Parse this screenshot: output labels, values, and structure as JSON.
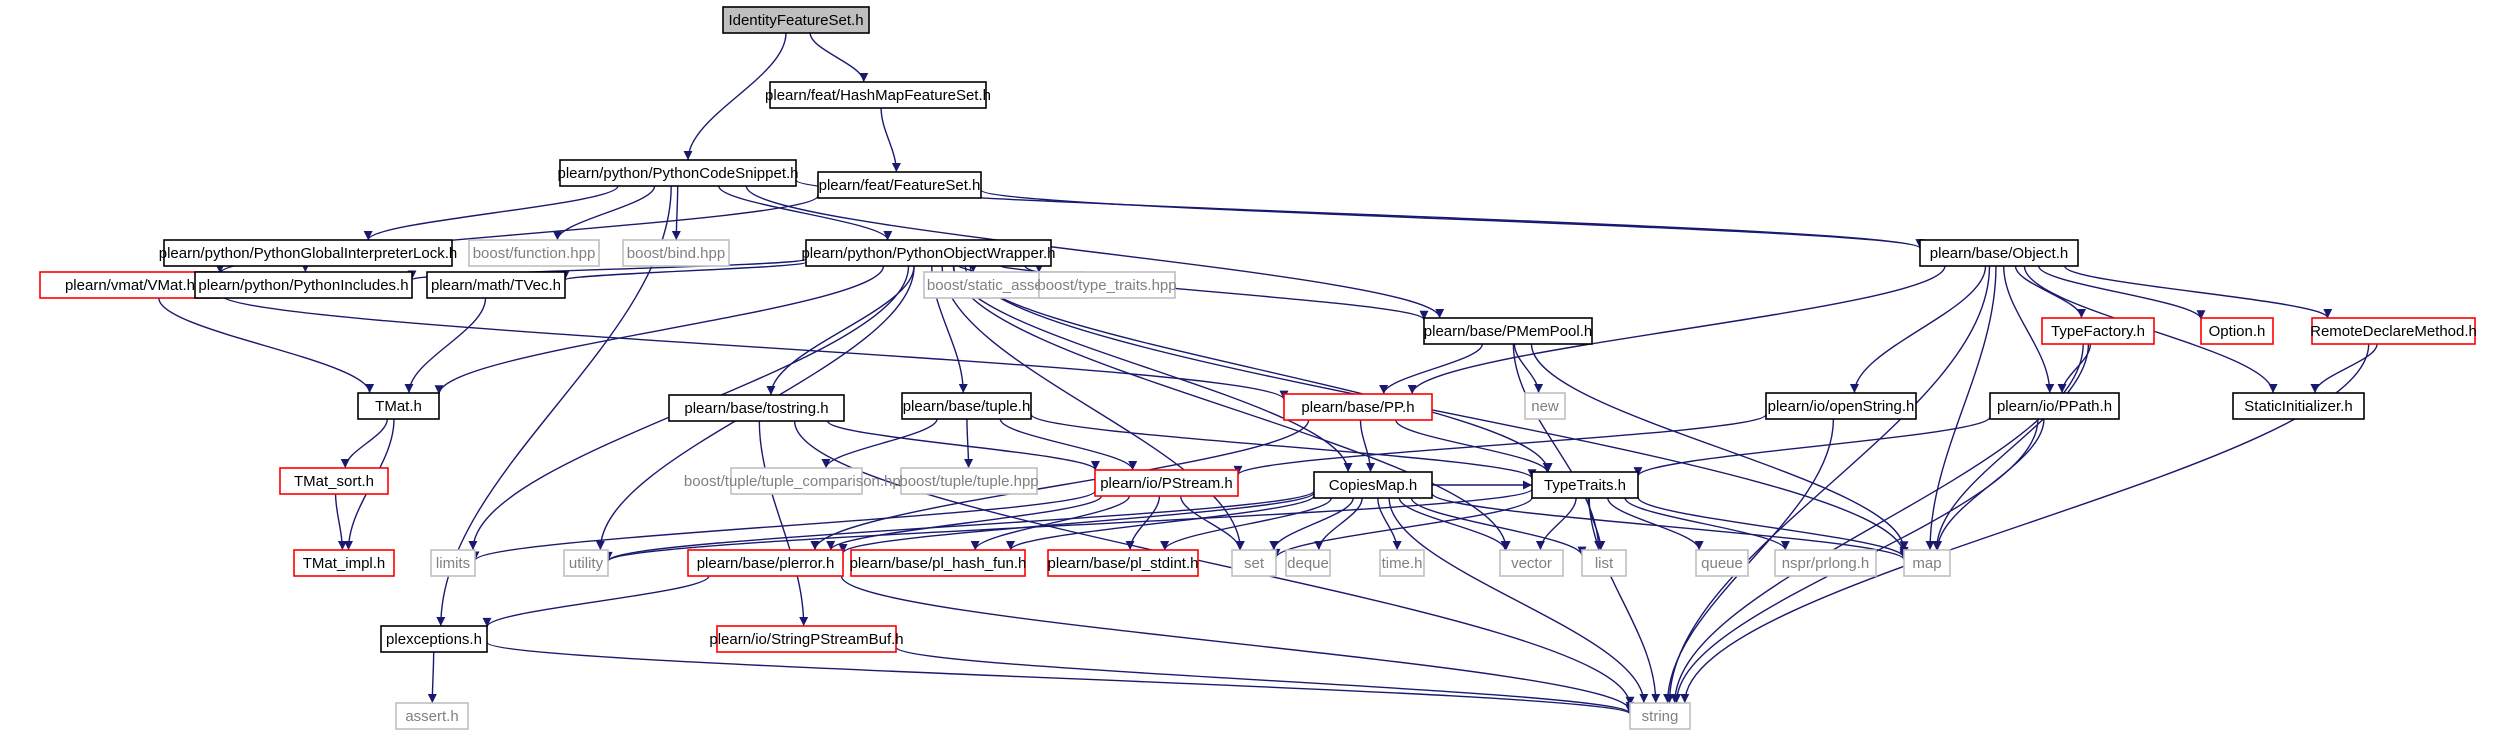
{
  "diagram": {
    "title": "IdentityFeatureSet.h include dependency graph",
    "nodes": [
      {
        "id": "root",
        "label": "IdentityFeatureSet.h",
        "style": "root"
      },
      {
        "id": "hashmap",
        "label": "plearn/feat/HashMapFeatureSet.h",
        "style": "normal"
      },
      {
        "id": "pcs",
        "label": "plearn/python/PythonCodeSnippet.h",
        "style": "normal"
      },
      {
        "id": "featset",
        "label": "plearn/feat/FeatureSet.h",
        "style": "normal"
      },
      {
        "id": "pgil",
        "label": "plearn/python/PythonGlobalInterpreterLock.h",
        "style": "normal"
      },
      {
        "id": "bfunc",
        "label": "boost/function.hpp",
        "style": "sys"
      },
      {
        "id": "bbind",
        "label": "boost/bind.hpp",
        "style": "sys"
      },
      {
        "id": "pow",
        "label": "plearn/python/PythonObjectWrapper.h",
        "style": "normal"
      },
      {
        "id": "obj",
        "label": "plearn/base/Object.h",
        "style": "normal"
      },
      {
        "id": "vmat",
        "label": "plearn/vmat/VMat.h",
        "style": "red"
      },
      {
        "id": "pinc",
        "label": "plearn/python/PythonIncludes.h",
        "style": "normal"
      },
      {
        "id": "tvec",
        "label": "plearn/math/TVec.h",
        "style": "normal"
      },
      {
        "id": "bstatic",
        "label": "boost/static_assert.hpp",
        "style": "sys"
      },
      {
        "id": "btraits",
        "label": "boost/type_traits.hpp",
        "style": "sys"
      },
      {
        "id": "pmem",
        "label": "plearn/base/PMemPool.h",
        "style": "normal"
      },
      {
        "id": "tfactory",
        "label": "TypeFactory.h",
        "style": "red"
      },
      {
        "id": "option",
        "label": "Option.h",
        "style": "red"
      },
      {
        "id": "rdm",
        "label": "RemoteDeclareMethod.h",
        "style": "red"
      },
      {
        "id": "tmat",
        "label": "TMat.h",
        "style": "normal"
      },
      {
        "id": "tostring",
        "label": "plearn/base/tostring.h",
        "style": "normal"
      },
      {
        "id": "tuple",
        "label": "plearn/base/tuple.h",
        "style": "normal"
      },
      {
        "id": "pp",
        "label": "plearn/base/PP.h",
        "style": "red"
      },
      {
        "id": "new",
        "label": "new",
        "style": "sys"
      },
      {
        "id": "openstr",
        "label": "plearn/io/openString.h",
        "style": "normal"
      },
      {
        "id": "ppath",
        "label": "plearn/io/PPath.h",
        "style": "normal"
      },
      {
        "id": "staticinit",
        "label": "StaticInitializer.h",
        "style": "normal"
      },
      {
        "id": "tmatsort",
        "label": "TMat_sort.h",
        "style": "red"
      },
      {
        "id": "btc",
        "label": "boost/tuple/tuple_comparison.hpp",
        "style": "sys"
      },
      {
        "id": "btuple",
        "label": "boost/tuple/tuple.hpp",
        "style": "sys"
      },
      {
        "id": "pstream",
        "label": "plearn/io/PStream.h",
        "style": "red"
      },
      {
        "id": "copies",
        "label": "CopiesMap.h",
        "style": "normal"
      },
      {
        "id": "typetraits",
        "label": "TypeTraits.h",
        "style": "normal"
      },
      {
        "id": "tmatimpl",
        "label": "TMat_impl.h",
        "style": "red"
      },
      {
        "id": "limits",
        "label": "limits",
        "style": "sys"
      },
      {
        "id": "utility",
        "label": "utility",
        "style": "sys"
      },
      {
        "id": "plerror",
        "label": "plearn/base/plerror.h",
        "style": "red"
      },
      {
        "id": "hashfun",
        "label": "plearn/base/pl_hash_fun.h",
        "style": "red"
      },
      {
        "id": "stdint",
        "label": "plearn/base/pl_stdint.h",
        "style": "red"
      },
      {
        "id": "set",
        "label": "set",
        "style": "sys"
      },
      {
        "id": "deque",
        "label": "deque",
        "style": "sys"
      },
      {
        "id": "timeh",
        "label": "time.h",
        "style": "sys"
      },
      {
        "id": "vector",
        "label": "vector",
        "style": "sys"
      },
      {
        "id": "list",
        "label": "list",
        "style": "sys"
      },
      {
        "id": "queue",
        "label": "queue",
        "style": "sys"
      },
      {
        "id": "prlong",
        "label": "nspr/prlong.h",
        "style": "sys"
      },
      {
        "id": "map",
        "label": "map",
        "style": "sys"
      },
      {
        "id": "plexc",
        "label": "plexceptions.h",
        "style": "normal"
      },
      {
        "id": "spsbuf",
        "label": "plearn/io/StringPStreamBuf.h",
        "style": "red"
      },
      {
        "id": "asserth",
        "label": "assert.h",
        "style": "sys"
      },
      {
        "id": "string",
        "label": "string",
        "style": "sys"
      }
    ],
    "edges": [
      [
        "root",
        "hashmap"
      ],
      [
        "root",
        "pcs"
      ],
      [
        "hashmap",
        "featset"
      ],
      [
        "featset",
        "obj"
      ],
      [
        "featset",
        "vmat"
      ],
      [
        "pcs",
        "pgil"
      ],
      [
        "pcs",
        "bfunc"
      ],
      [
        "pcs",
        "bbind"
      ],
      [
        "pcs",
        "pow"
      ],
      [
        "pcs",
        "obj"
      ],
      [
        "pcs",
        "pmem"
      ],
      [
        "pcs",
        "plexc"
      ],
      [
        "pgil",
        "pinc"
      ],
      [
        "pow",
        "pinc"
      ],
      [
        "pow",
        "tvec"
      ],
      [
        "pow",
        "tmat"
      ],
      [
        "pow",
        "bstatic"
      ],
      [
        "pow",
        "btraits"
      ],
      [
        "pow",
        "pmem"
      ],
      [
        "pow",
        "tostring"
      ],
      [
        "pow",
        "tuple"
      ],
      [
        "pow",
        "copies"
      ],
      [
        "pow",
        "typetraits"
      ],
      [
        "pow",
        "limits"
      ],
      [
        "pow",
        "utility"
      ],
      [
        "pow",
        "set"
      ],
      [
        "pow",
        "vector"
      ],
      [
        "pow",
        "map"
      ],
      [
        "obj",
        "pp"
      ],
      [
        "obj",
        "tfactory"
      ],
      [
        "obj",
        "option"
      ],
      [
        "obj",
        "rdm"
      ],
      [
        "obj",
        "staticinit"
      ],
      [
        "obj",
        "openstr"
      ],
      [
        "obj",
        "ppath"
      ],
      [
        "obj",
        "map"
      ],
      [
        "obj",
        "string"
      ],
      [
        "vmat",
        "tmat"
      ],
      [
        "vmat",
        "pp"
      ],
      [
        "tvec",
        "tmat"
      ],
      [
        "pmem",
        "pp"
      ],
      [
        "pmem",
        "new"
      ],
      [
        "pmem",
        "list"
      ],
      [
        "pmem",
        "map"
      ],
      [
        "tfactory",
        "ppath"
      ],
      [
        "tfactory",
        "map"
      ],
      [
        "tfactory",
        "string"
      ],
      [
        "rdm",
        "staticinit"
      ],
      [
        "rdm",
        "string"
      ],
      [
        "tmat",
        "tmatsort"
      ],
      [
        "tmat",
        "tmatimpl"
      ],
      [
        "tmatsort",
        "tmatimpl"
      ],
      [
        "tostring",
        "pstream"
      ],
      [
        "tostring",
        "spsbuf"
      ],
      [
        "tostring",
        "string"
      ],
      [
        "tuple",
        "btc"
      ],
      [
        "tuple",
        "btuple"
      ],
      [
        "tuple",
        "pstream"
      ],
      [
        "tuple",
        "typetraits"
      ],
      [
        "pp",
        "copies"
      ],
      [
        "pp",
        "typetraits"
      ],
      [
        "pp",
        "plerror"
      ],
      [
        "openstr",
        "pstream"
      ],
      [
        "openstr",
        "string"
      ],
      [
        "ppath",
        "typetraits"
      ],
      [
        "ppath",
        "map"
      ],
      [
        "ppath",
        "string"
      ],
      [
        "pstream",
        "plerror"
      ],
      [
        "pstream",
        "hashfun"
      ],
      [
        "pstream",
        "stdint"
      ],
      [
        "pstream",
        "set"
      ],
      [
        "pstream",
        "limits"
      ],
      [
        "copies",
        "plerror"
      ],
      [
        "copies",
        "hashfun"
      ],
      [
        "copies",
        "stdint"
      ],
      [
        "copies",
        "set"
      ],
      [
        "copies",
        "deque"
      ],
      [
        "copies",
        "timeh"
      ],
      [
        "copies",
        "vector"
      ],
      [
        "copies",
        "list"
      ],
      [
        "copies",
        "map"
      ],
      [
        "copies",
        "string"
      ],
      [
        "copies",
        "typetraits"
      ],
      [
        "copies",
        "utility"
      ],
      [
        "typetraits",
        "set"
      ],
      [
        "typetraits",
        "vector"
      ],
      [
        "typetraits",
        "list"
      ],
      [
        "typetraits",
        "queue"
      ],
      [
        "typetraits",
        "prlong"
      ],
      [
        "typetraits",
        "map"
      ],
      [
        "typetraits",
        "string"
      ],
      [
        "typetraits",
        "utility"
      ],
      [
        "plerror",
        "plexc"
      ],
      [
        "plerror",
        "string"
      ],
      [
        "plexc",
        "asserth"
      ],
      [
        "plexc",
        "string"
      ],
      [
        "spsbuf",
        "string"
      ]
    ]
  }
}
